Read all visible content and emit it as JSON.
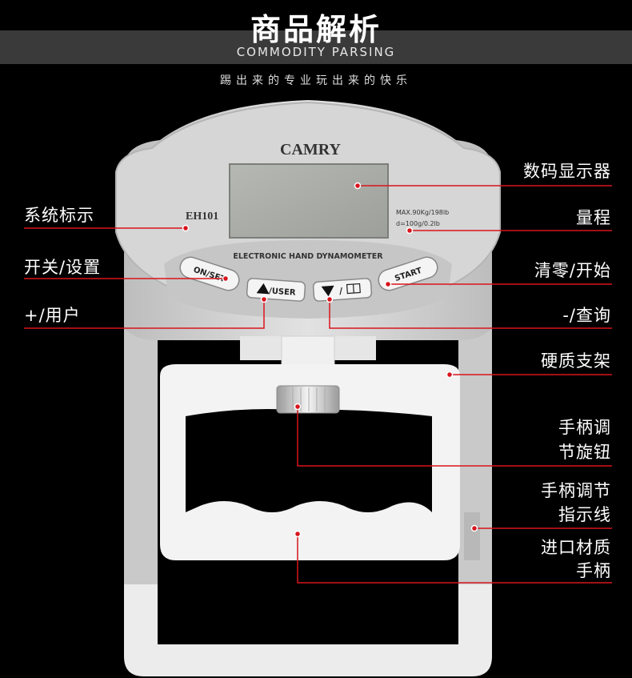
{
  "header": {
    "title": "商品解析",
    "subtitle": "COMMODITY PARSING",
    "slogan": "踢出来的专业玩出来的快乐"
  },
  "device": {
    "brand": "CAMRY",
    "model": "EH101",
    "spec_line1": "MAX.90Kg/198lb",
    "spec_line2": "d=100g/0.2lb",
    "name": "ELECTRONIC HAND DYNAMOMETER",
    "buttons": {
      "on_set": "ON/SET",
      "user": "/USER",
      "down_book": "/",
      "start": "START"
    }
  },
  "labels": {
    "display": "数码显示器",
    "range": "量程",
    "system": "系统标示",
    "power": "开关/设置",
    "zero": "清零/开始",
    "plus_user": "+/用户",
    "minus_query": "-/查询",
    "frame": "硬质支架",
    "knob_1": "手柄调",
    "knob_2": "节旋钮",
    "indicator_1": "手柄调节",
    "indicator_2": "指示线",
    "handle_1": "进口材质",
    "handle_2": "手柄"
  },
  "colors": {
    "accent_line": "#d8141c",
    "device_body": "#d4d4d4",
    "handle": "#f2f2f2"
  }
}
